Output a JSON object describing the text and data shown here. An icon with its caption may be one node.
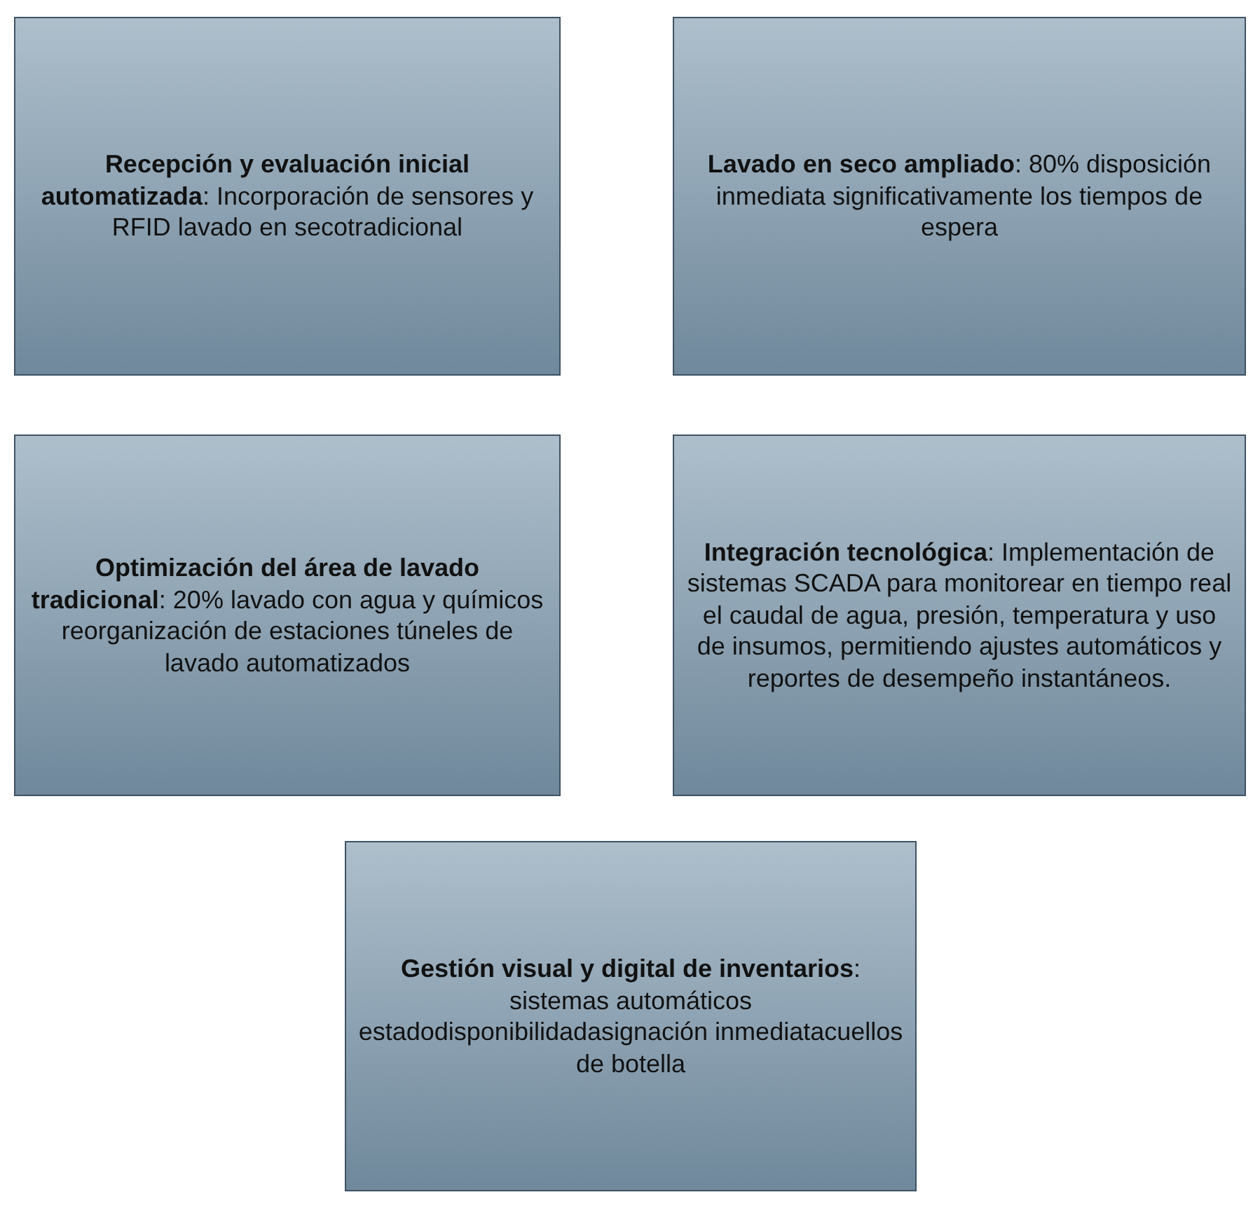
{
  "diagram": {
    "nodes": [
      {
        "text": [
          "**Recepción y evaluación inicial automatizada**: Incorporación de sensores y RFID lavado en secotradicional"
        ]
      },
      {
        "text": [
          "**Lavado en seco ampliado**: 80% disposición inmediata significativamente los tiempos de espera"
        ]
      },
      {
        "text": [
          "**Optimización del área de lavado tradicional**: 20% lavado con agua y químicos reorganización de estaciones túneles de lavado automatizados"
        ]
      },
      {
        "text": [
          "**Integración tecnológica**: Implementación de sistemas SCADA para monitorear en tiempo real el caudal de agua, presión, temperatura y uso de insumos, permitiendo ajustes automáticos y reportes de desempeño instantáneos."
        ]
      },
      {
        "text": [
          "**Gestión visual y digital de inventarios**: sistemas automáticos estadodisponibilidadasignación inmediatacuellos de botella"
        ]
      }
    ]
  }
}
